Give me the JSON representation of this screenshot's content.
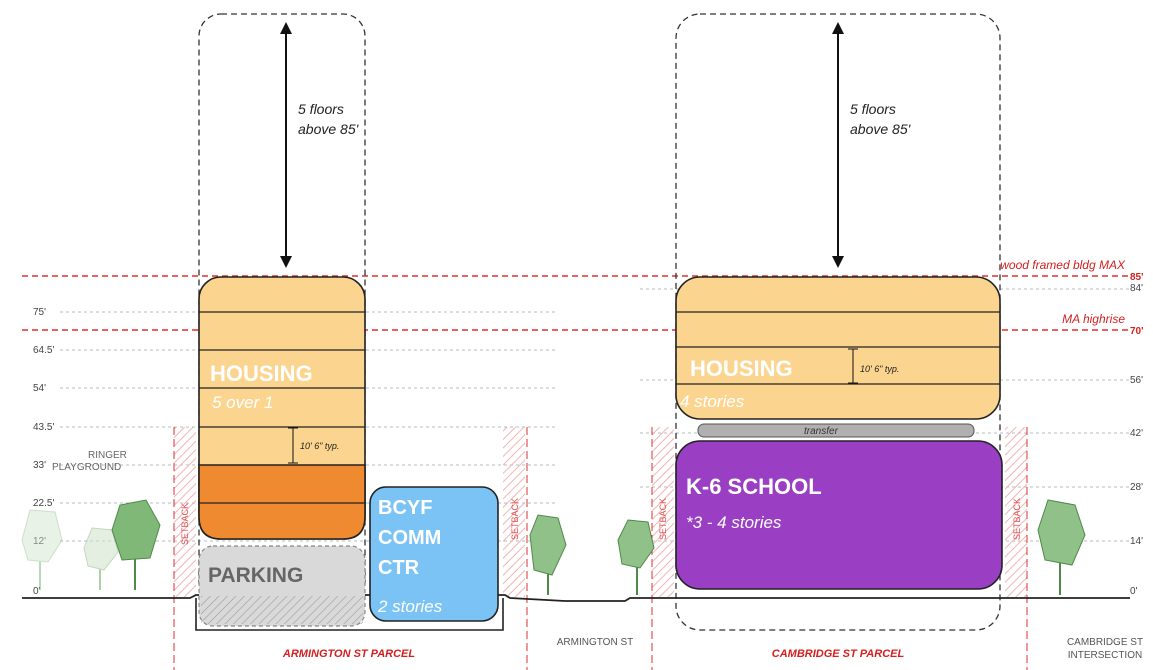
{
  "colors": {
    "housing": "#fbd58f",
    "housing_line": "#2a2a2a",
    "housing_label": "#ffffff",
    "commercial_orange": "#f08a30",
    "parking": "#d9d9d9",
    "bcyf": "#7cc3f5",
    "school": "#9a3fc4",
    "transfer": "#b0b0b0",
    "red_dash": "#e03030",
    "red_text": "#d42020",
    "setback_hatch": "#f3b8b8",
    "tree_dark": "#6aaa64",
    "tree_light": "#cfe3cc"
  },
  "elevations": {
    "labels": [
      "75'",
      "64.5'",
      "54'",
      "43.5'",
      "33'",
      "22.5'",
      "12'",
      "0'"
    ],
    "right_labels": [
      "85'",
      "84'",
      "70'",
      "56'",
      "42'",
      "28'",
      "14'",
      "0'"
    ]
  },
  "limits": {
    "wood_framed": "wood framed bldg MAX",
    "ma_highrise": "MA highrise"
  },
  "left_parcel": {
    "tower_note_line1": "5 floors",
    "tower_note_line2": "above 85'",
    "housing_label": "HOUSING",
    "housing_sub": "5 over 1",
    "typ_dim": "10' 6\" typ.",
    "parking_label": "PARKING",
    "bcyf_line1": "BCYF",
    "bcyf_line2": "COMM",
    "bcyf_line3": "CTR",
    "bcyf_sub": "2 stories",
    "parcel_name": "ARMINGTON ST PARCEL",
    "playground_line1": "RINGER",
    "playground_line2": "PLAYGROUND",
    "setback": "SETBACK"
  },
  "right_parcel": {
    "tower_note_line1": "5 floors",
    "tower_note_line2": "above 85'",
    "housing_label": "HOUSING",
    "housing_sub": "4 stories",
    "typ_dim": "10' 6\" typ.",
    "transfer": "transfer",
    "school_label": "K-6 SCHOOL",
    "school_sub": "*3 - 4 stories",
    "parcel_name": "CAMBRIDGE ST PARCEL",
    "setback": "SETBACK"
  },
  "streets": {
    "armington": "ARMINGTON ST",
    "cambridge_line1": "CAMBRIDGE ST",
    "cambridge_line2": "INTERSECTION"
  }
}
